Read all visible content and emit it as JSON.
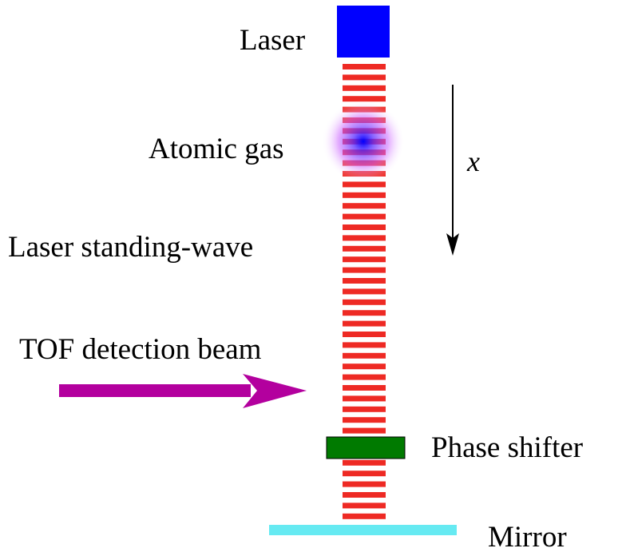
{
  "labels": {
    "laser": "Laser",
    "atomic_gas": "Atomic gas",
    "standing_wave": "Laser standing-wave",
    "tof_beam": "TOF detection beam",
    "phase_shifter": "Phase shifter",
    "mirror": "Mirror",
    "axis_variable": "x"
  },
  "colors": {
    "laser": "#0000ff",
    "standing_wave": "#ee2a24",
    "atomic_gas_core": "#0000ff",
    "atomic_gas_halo": "#cc66ff",
    "tof_beam": "#b3009e",
    "phase_shifter": "#007a00",
    "mirror": "#66eaf2",
    "axis_arrow": "#000000"
  }
}
